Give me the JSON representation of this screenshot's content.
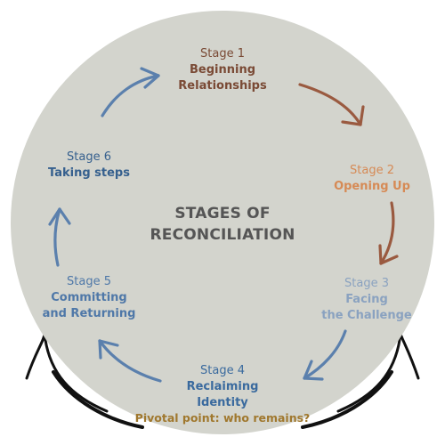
{
  "title": {
    "line1": "STAGES OF",
    "line2": "RECONCILIATION"
  },
  "stages": [
    {
      "number": "Stage 1",
      "name_line1": "Beginning",
      "name_line2": "Relationships",
      "color": "#7a4a35"
    },
    {
      "number": "Stage 2",
      "name_line1": "Opening Up",
      "name_line2": "",
      "color": "#d68a55"
    },
    {
      "number": "Stage 3",
      "name_line1": "Facing",
      "name_line2": "the Challenge",
      "color": "#8aa2c0"
    },
    {
      "number": "Stage 4",
      "name_line1": "Reclaiming",
      "name_line2": "Identity",
      "color": "#3a6a9e"
    },
    {
      "number": "Stage 5",
      "name_line1": "Committing",
      "name_line2": "and Returning",
      "color": "#4f78a8"
    },
    {
      "number": "Stage 6",
      "name_line1": "Taking steps",
      "name_line2": "",
      "color": "#36608e"
    }
  ],
  "pivot_note": "Pivotal point: who remains?",
  "colors": {
    "circle_fill": "#d3d4cd",
    "arrow_brown": "#9a5a40",
    "arrow_blue": "#5b80ad",
    "arrow_light_blue": "#5f86b6",
    "title_text": "#555555",
    "pivot_text": "#a0782e",
    "support_lines": "#111111"
  }
}
